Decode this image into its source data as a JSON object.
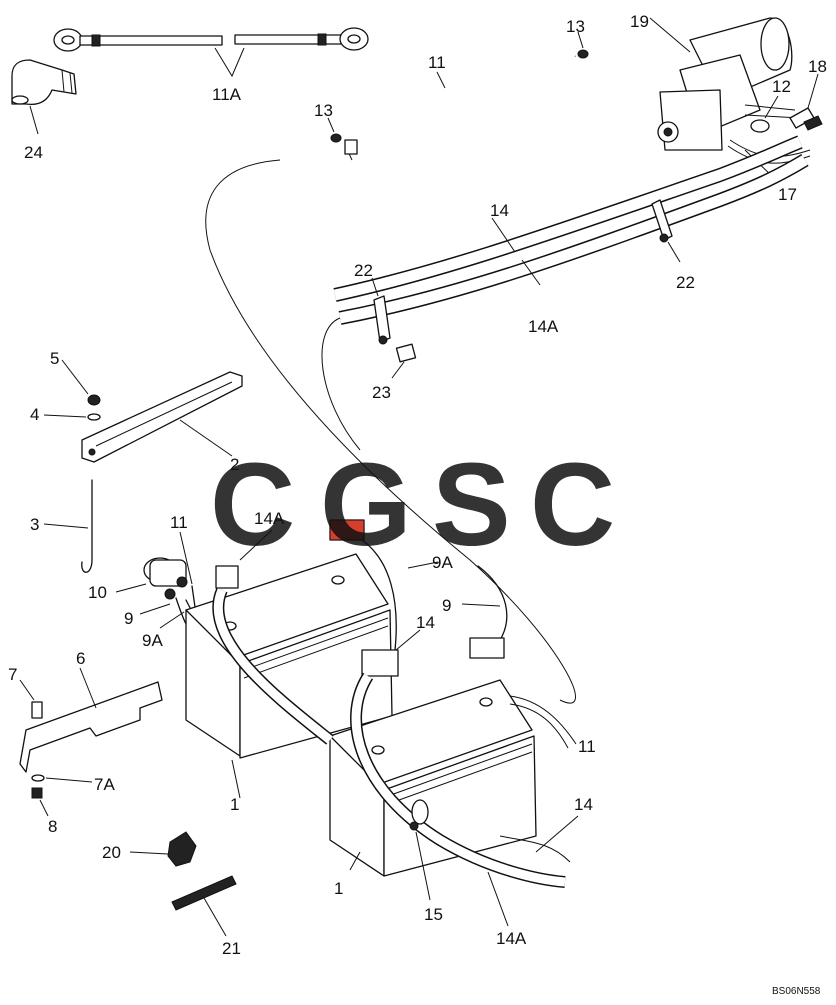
{
  "diagram": {
    "title": "",
    "drawing_code": "BS06N558",
    "watermark": {
      "letters": [
        "C",
        "G",
        "S",
        "C"
      ],
      "colors": [
        "#6b9cf0",
        "#ee7b72",
        "#f5cf4f",
        "#4fae82"
      ]
    },
    "callouts": [
      {
        "id": "c-11a",
        "text": "11A"
      },
      {
        "id": "c-24",
        "text": "24"
      },
      {
        "id": "c-11-top",
        "text": "11"
      },
      {
        "id": "c-13-top",
        "text": "13"
      },
      {
        "id": "c-13-mid",
        "text": "13"
      },
      {
        "id": "c-19",
        "text": "19"
      },
      {
        "id": "c-18",
        "text": "18"
      },
      {
        "id": "c-12",
        "text": "12"
      },
      {
        "id": "c-17",
        "text": "17"
      },
      {
        "id": "c-14-upper",
        "text": "14"
      },
      {
        "id": "c-22-right",
        "text": "22"
      },
      {
        "id": "c-22-left",
        "text": "22"
      },
      {
        "id": "c-14a-upper",
        "text": "14A"
      },
      {
        "id": "c-23",
        "text": "23"
      },
      {
        "id": "c-5",
        "text": "5"
      },
      {
        "id": "c-4",
        "text": "4"
      },
      {
        "id": "c-2",
        "text": "2"
      },
      {
        "id": "c-3",
        "text": "3"
      },
      {
        "id": "c-11-mid",
        "text": "11"
      },
      {
        "id": "c-14a-mid",
        "text": "14A"
      },
      {
        "id": "c-10",
        "text": "10"
      },
      {
        "id": "c-9",
        "text": "9"
      },
      {
        "id": "c-9a-left",
        "text": "9A"
      },
      {
        "id": "c-9a-right",
        "text": "9A"
      },
      {
        "id": "c-9-right",
        "text": "9"
      },
      {
        "id": "c-14-mid",
        "text": "14"
      },
      {
        "id": "c-7",
        "text": "7"
      },
      {
        "id": "c-6",
        "text": "6"
      },
      {
        "id": "c-7a",
        "text": "7A"
      },
      {
        "id": "c-8",
        "text": "8"
      },
      {
        "id": "c-1-left",
        "text": "1"
      },
      {
        "id": "c-11-right",
        "text": "11"
      },
      {
        "id": "c-14-right",
        "text": "14"
      },
      {
        "id": "c-1-bottom",
        "text": "1"
      },
      {
        "id": "c-20",
        "text": "20"
      },
      {
        "id": "c-21",
        "text": "21"
      },
      {
        "id": "c-15",
        "text": "15"
      },
      {
        "id": "c-14a-bottom",
        "text": "14A"
      }
    ]
  }
}
